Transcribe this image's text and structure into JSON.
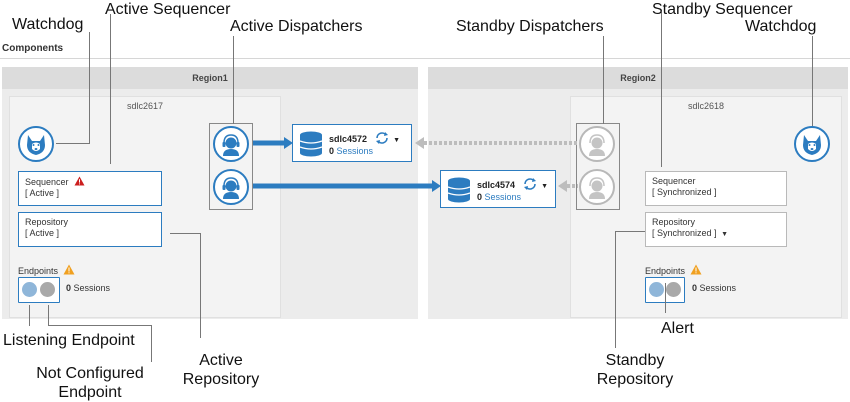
{
  "section_title": "Components",
  "regions": [
    {
      "name": "Region1",
      "host": "sdlc2617"
    },
    {
      "name": "Region2",
      "host": "sdlc2618"
    }
  ],
  "left": {
    "sequencer": {
      "title": "Sequencer",
      "status": "[ Active ]",
      "alert": "warning-red"
    },
    "repository": {
      "title": "Repository",
      "status": "[ Active ]"
    },
    "endpoints": {
      "label": "Endpoints",
      "sessions_count": "0",
      "sessions_label": "Sessions"
    }
  },
  "right": {
    "sequencer": {
      "title": "Sequencer",
      "status": "[ Synchronized ]"
    },
    "repository": {
      "title": "Repository",
      "status": "[ Synchronized ]"
    },
    "endpoints": {
      "label": "Endpoints",
      "sessions_count": "0",
      "sessions_label": "Sessions"
    }
  },
  "dispatchers": [
    {
      "name": "sdlc4572",
      "sessions_count": "0",
      "sessions_label": "Sessions"
    },
    {
      "name": "sdlc4574",
      "sessions_count": "0",
      "sessions_label": "Sessions"
    }
  ],
  "callouts": {
    "watchdog_left": "Watchdog",
    "active_sequencer": "Active Sequencer",
    "active_dispatchers": "Active Dispatchers",
    "standby_dispatchers": "Standby Dispatchers",
    "standby_sequencer": "Standby Sequencer",
    "watchdog_right": "Watchdog",
    "listening_endpoint": "Listening Endpoint",
    "not_configured_1": "Not Configured",
    "not_configured_2": "Endpoint",
    "active_repo_1": "Active",
    "active_repo_2": "Repository",
    "alert": "Alert",
    "standby_repo_1": "Standby",
    "standby_repo_2": "Repository"
  },
  "colors": {
    "accent": "#2c7cc0",
    "inactive": "#b8b8b8",
    "region_bg": "#ececec",
    "warning_red": "#cc1f1f",
    "warning_amber": "#f0a020"
  }
}
